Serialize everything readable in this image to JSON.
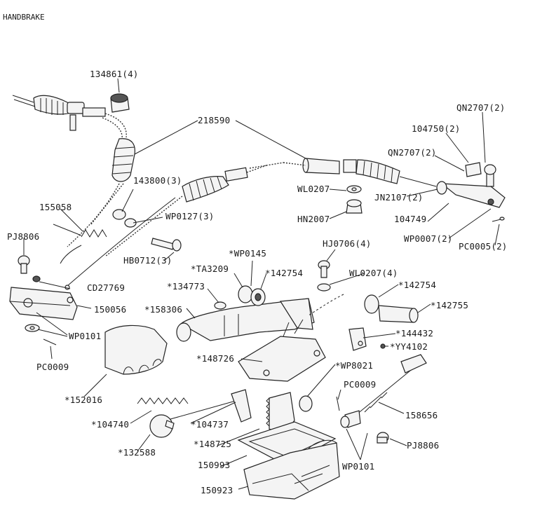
{
  "title": "HANDBRAKE",
  "labels": {
    "l134861": "134861(4)",
    "l218590": "218590",
    "lQN2707a": "QN2707(2)",
    "l104750": "104750(2)",
    "lQN2707b": "QN2707(2)",
    "l143800": "143800(3)",
    "lWL0207a": "WL0207",
    "lJN2107": "JN2107(2)",
    "l155058": "155058",
    "lWP0127": "WP0127(3)",
    "lHN2007": "HN2007",
    "l104749": "104749",
    "lPJ8806a": "PJ8806",
    "lWP0007": "WP0007(2)",
    "lPC0005": "PC0005(2)",
    "lHB0712": "HB0712(3)",
    "lWP0145": "*WP0145",
    "lHJ0706": "HJ0706(4)",
    "lTA3209": "*TA3209",
    "l142754a": "*142754",
    "lWL0207b": "WL0207(4)",
    "lCD27769": "CD27769",
    "l134773": "*134773",
    "l142754b": "*142754",
    "l150056": "150056",
    "l158306": "*158306",
    "l142755": "*142755",
    "lWP0101a": "WP0101",
    "l144432": "*144432",
    "lYY4102": "*YY4102",
    "lPC0009a": "PC0009",
    "l148726": "*148726",
    "lWP8021": "*WP8021",
    "lPC0009b": "PC0009",
    "l152016": "*152016",
    "l158656": "158656",
    "l104740": "*104740",
    "l104737": "*104737",
    "lPJ8806b": "PJ8806",
    "l132588": "*132588",
    "l148725": "*148725",
    "l150993": "150993",
    "lWP0101b": "WP0101",
    "l150923": "150923"
  }
}
